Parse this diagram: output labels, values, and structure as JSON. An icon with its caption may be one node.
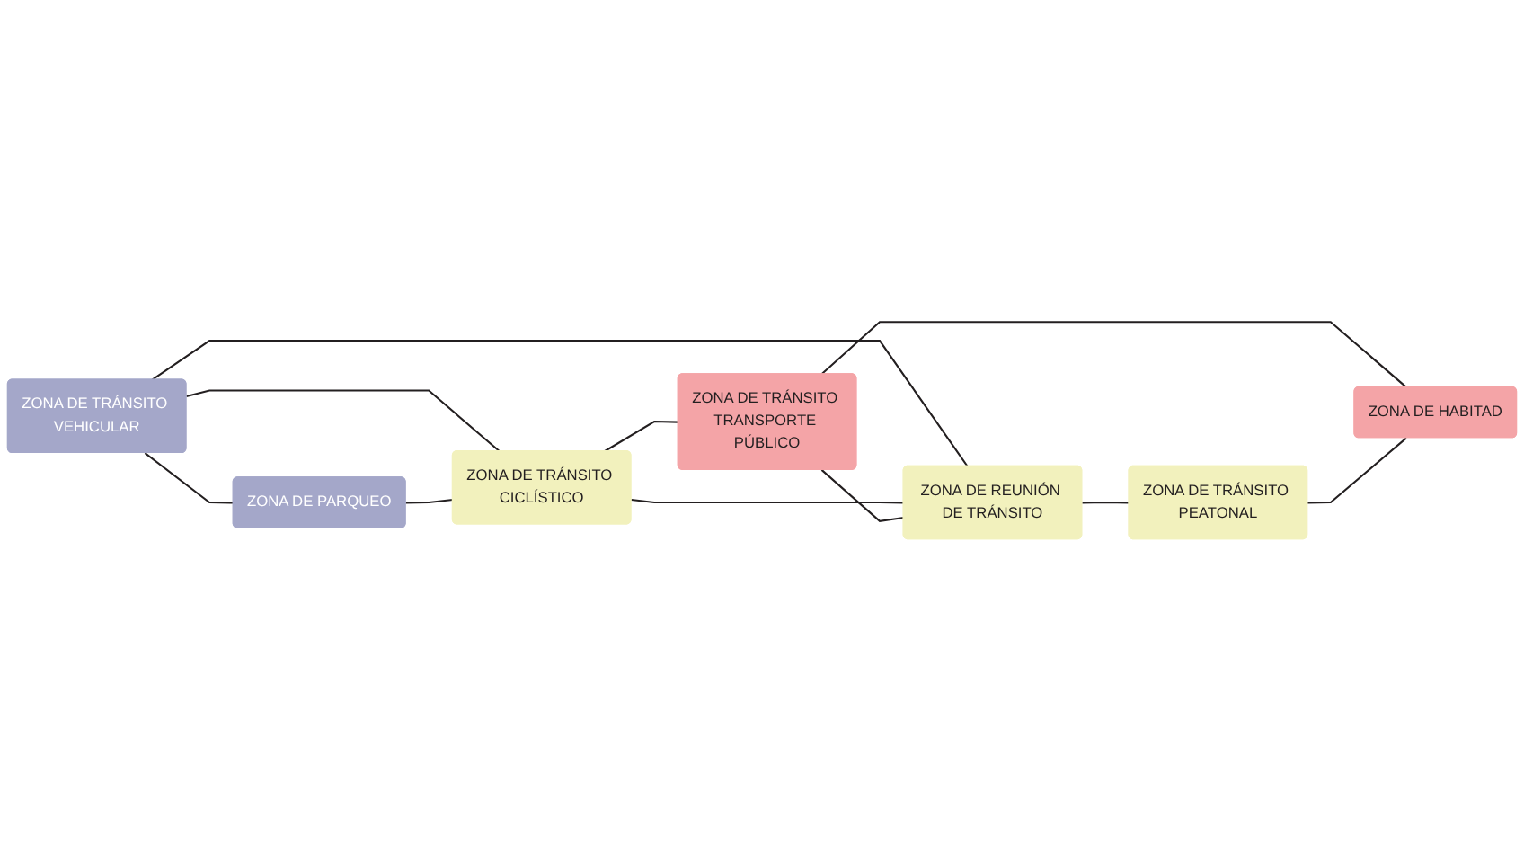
{
  "diagram": {
    "nodes": [
      {
        "text": [
          "ZONA DE TRÁNSITO VEHICULAR"
        ]
      },
      {
        "text": [
          "ZONA DE TRÁNSITO CICLÍSTICO"
        ]
      },
      {
        "text": [
          "ZONA DE TRÁNSITO TRANSPORTE PÚBLICO"
        ]
      },
      {
        "text": [
          "ZONA DE REUNIÓN DE TRÁNSITO"
        ]
      },
      {
        "text": [
          "ZONA DE PARQUEO"
        ]
      },
      {
        "text": [
          "ZONA DE TRÁNSITO PEATONAL"
        ]
      },
      {
        "text": [
          "ZONA DE HABITAD"
        ]
      }
    ],
    "edges": [
      {
        "from": 0,
        "to": 1,
        "arrow": "none"
      },
      {
        "from": 1,
        "to": 2,
        "arrow": "none"
      },
      {
        "from": 0,
        "to": 3,
        "arrow": "none"
      },
      {
        "from": 0,
        "to": 4,
        "arrow": "none"
      },
      {
        "from": 1,
        "to": 3,
        "arrow": "none"
      },
      {
        "from": 2,
        "to": 3,
        "arrow": "none"
      },
      {
        "from": 2,
        "to": 6,
        "arrow": "none"
      },
      {
        "from": 3,
        "to": 5,
        "arrow": "none"
      },
      {
        "from": 5,
        "to": 6,
        "arrow": "none"
      },
      {
        "from": 4,
        "to": 1,
        "arrow": "none"
      }
    ]
  }
}
